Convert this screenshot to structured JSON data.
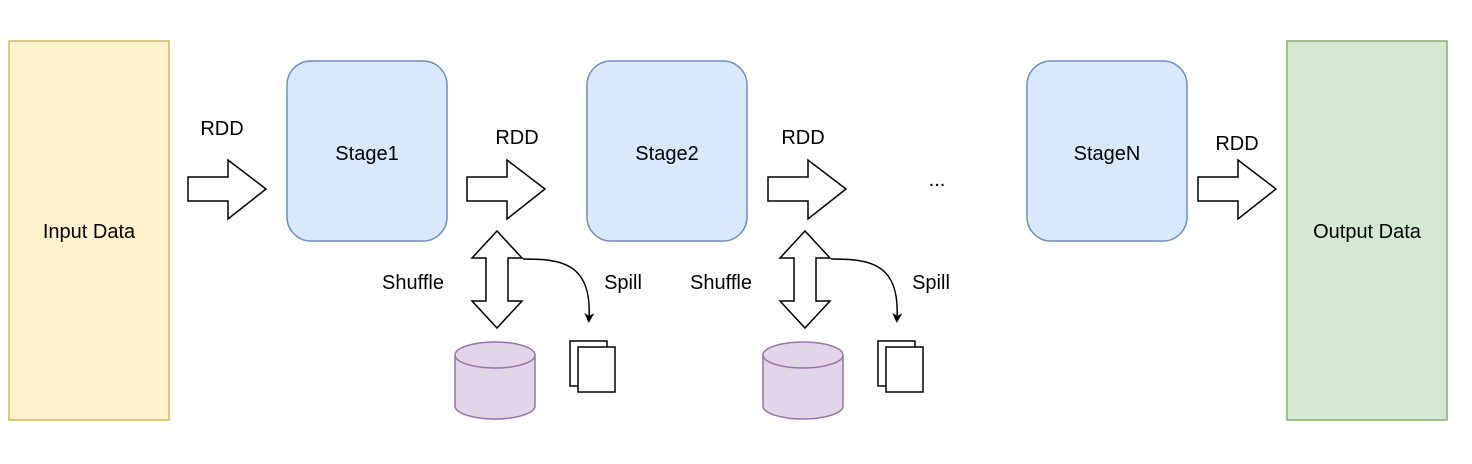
{
  "colors": {
    "input_fill": "#fff2cc",
    "input_stroke": "#d6b656",
    "output_fill": "#d5e8d4",
    "output_stroke": "#82b366",
    "stage_fill": "#dae8fc",
    "stage_stroke": "#6c8ebf",
    "storage_fill": "#e1d5e7",
    "storage_stroke": "#9673a6",
    "line": "#000000"
  },
  "nodes": {
    "input": "Input Data",
    "output": "Output Data",
    "stage1": "Stage1",
    "stage2": "Stage2",
    "stageN": "StageN",
    "ellipsis": "..."
  },
  "edges": {
    "rdd_1": "RDD",
    "rdd_2": "RDD",
    "rdd_3": "RDD",
    "rdd_4": "RDD",
    "shuffle_1": "Shuffle",
    "shuffle_2": "Shuffle",
    "spill_1": "Spill",
    "spill_2": "Spill"
  },
  "icons": {
    "storage": "database-cylinder-icon",
    "spill_file": "document-stack-icon",
    "flow": "block-arrow-right-icon",
    "exchange": "double-arrow-vertical-icon",
    "spill_arrow": "curved-arrow-icon"
  }
}
